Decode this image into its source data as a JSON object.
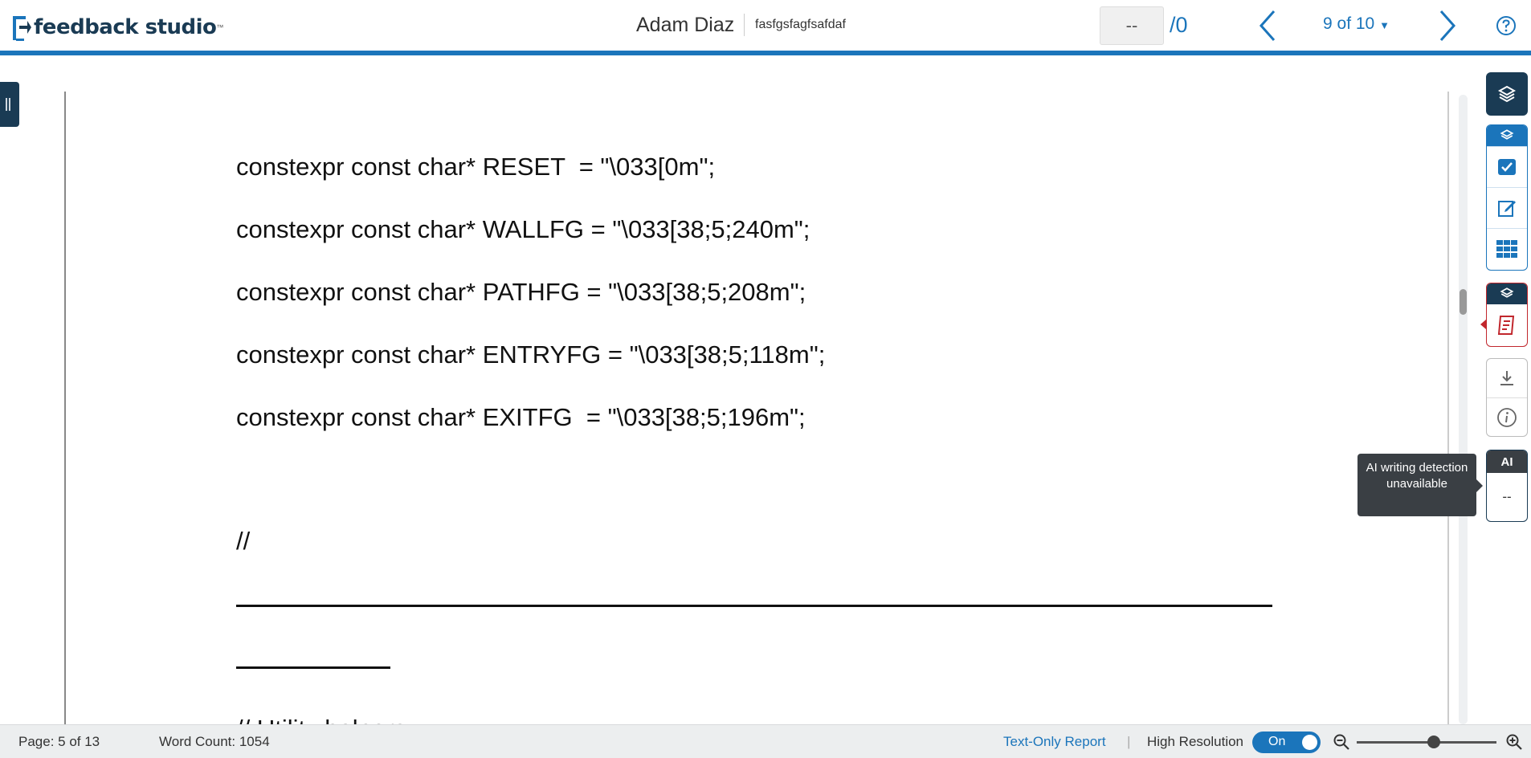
{
  "header": {
    "brand": "feedback studio",
    "student_name": "Adam Diaz",
    "paper_title": "fasfgsfagfsafdaf",
    "score_value": "--",
    "score_total": "/0",
    "page_select": "9 of 10"
  },
  "document": {
    "lines": [
      "constexpr const char* RESET  = \"\\033[0m\";",
      "constexpr const char* WALLFG = \"\\033[38;5;240m\";",
      "constexpr const char* PATHFG = \"\\033[38;5;208m\";",
      "constexpr const char* ENTRYFG = \"\\033[38;5;118m\";",
      "constexpr const char* EXITFG  = \"\\033[38;5;196m\";",
      "//",
      "// Utility helpers"
    ]
  },
  "rail": {
    "ai_label": "AI",
    "ai_score": "--",
    "tooltip": "AI writing detection unavailable"
  },
  "status": {
    "page": "Page: 5 of 13",
    "word_count": "Word Count: 1054",
    "text_only_report": "Text-Only Report",
    "separator": "|",
    "high_resolution": "High Resolution",
    "toggle_state": "On"
  },
  "colors": {
    "brand_blue": "#1b75bb",
    "dark_navy": "#1a3b54",
    "similarity_red": "#c1272d"
  }
}
